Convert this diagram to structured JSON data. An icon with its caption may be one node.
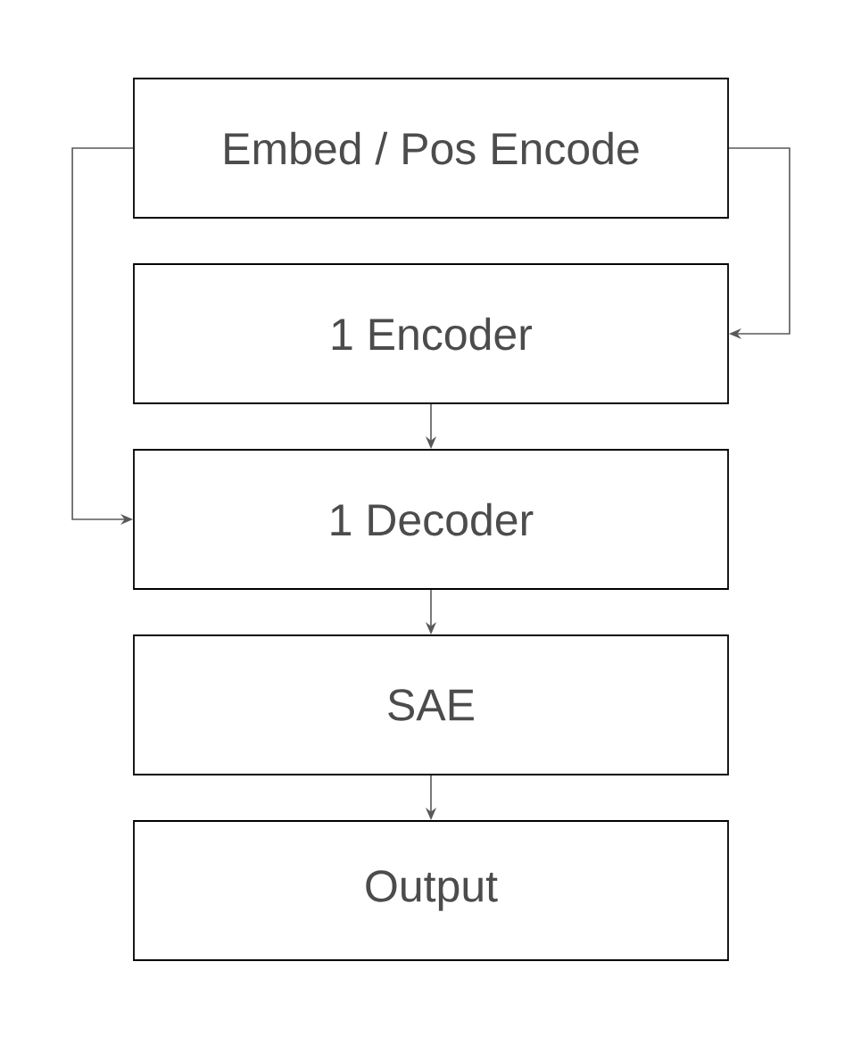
{
  "diagram": {
    "nodes": [
      {
        "text": [
          "Embed / Pos Encode"
        ]
      },
      {
        "text": [
          "1 Encoder"
        ]
      },
      {
        "text": [
          "1 Decoder"
        ]
      },
      {
        "text": [
          "SAE"
        ]
      },
      {
        "text": [
          "Output"
        ]
      }
    ],
    "edges": [
      {
        "from": 0,
        "to": 1,
        "arrow": "to"
      },
      {
        "from": 0,
        "to": 2,
        "arrow": "to"
      },
      {
        "from": 1,
        "to": 2,
        "arrow": "to"
      },
      {
        "from": 2,
        "to": 3,
        "arrow": "to"
      },
      {
        "from": 3,
        "to": 4,
        "arrow": "to"
      }
    ]
  }
}
